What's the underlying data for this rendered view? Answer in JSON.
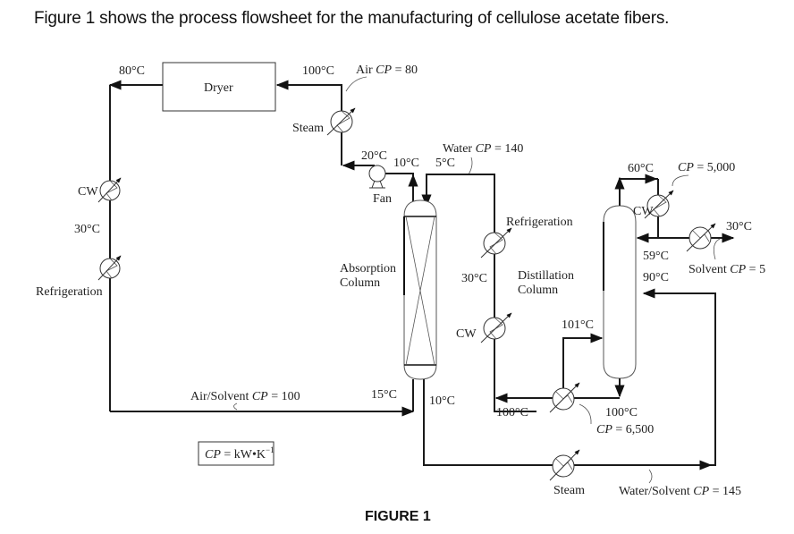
{
  "document": {
    "intro_text": "Figure 1 shows the process flowsheet for the manufacturing of cellulose acetate fibers.",
    "figure_caption": "FIGURE 1"
  },
  "units": {
    "dryer": "Dryer",
    "fan": "Fan",
    "absorption_column": [
      "Absorption",
      "Column"
    ],
    "distillation_column": [
      "Distillation",
      "Column"
    ]
  },
  "utilities": {
    "steam_air_heater": "Steam",
    "cw_left": "CW",
    "refrigeration_left": "Refrigeration",
    "refrigeration_mid": "Refrigeration",
    "cw_mid": "CW",
    "cw_condenser": "CW",
    "steam_bottom": "Steam"
  },
  "streams": {
    "air": "Air CP = 80",
    "water": "Water CP = 140",
    "air_solvent": "Air/Solvent CP = 100",
    "solvent": "Solvent CP = 5",
    "condenser_cp": "CP = 5,000",
    "reboiler_cp": "CP = 6,500",
    "water_solvent": "Water/Solvent CP = 145"
  },
  "temperatures": {
    "dryer_out": "80°C",
    "dryer_in": "100°C",
    "fan_out": "20°C",
    "fan_in": "10°C",
    "water_in": "5°C",
    "left_mid": "30°C",
    "absorber_gas_in": "15°C",
    "absorber_liquid_out": "10°C",
    "mid_30": "30°C",
    "overhead": "60°C",
    "solvent_out": "30°C",
    "reflux": "59°C",
    "feed_90": "90°C",
    "feed_101": "101°C",
    "bottoms_100_left": "100°C",
    "bottoms_100_right": "100°C"
  },
  "legend": "CP = kW•K⁻¹"
}
